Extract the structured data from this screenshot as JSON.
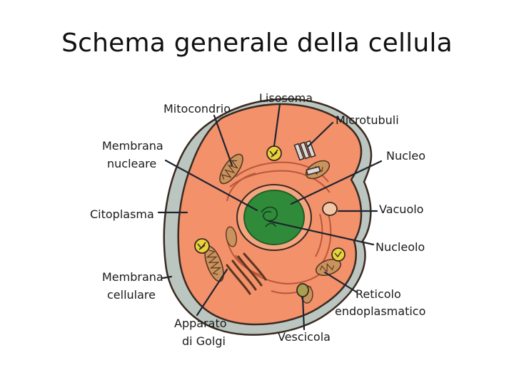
{
  "title": "Schema generale della cellula",
  "labels": {
    "mitocondrio": "Mitocondrio",
    "lisosoma": "Lisosoma",
    "microtubuli": "Microtubuli",
    "membrana_nucleare": [
      "Membrana",
      "nucleare"
    ],
    "nucleo": "Nucleo",
    "citoplasma": "Citoplasma",
    "vacuolo": "Vacuolo",
    "nucleolo": "Nucleolo",
    "membrana_cellulare": [
      "Membrana",
      "cellulare"
    ],
    "reticolo": [
      "Reticolo",
      "endoplasmatico"
    ],
    "apparato_golgi": [
      "Apparato",
      "di Golgi"
    ],
    "vescicola": "Vescicola"
  },
  "colors": {
    "cytoplasm": "#f3916b",
    "cell_outline": "#3a2a22",
    "outer_shadow": "#b9c3bd",
    "nucleus": "#2f8b3a",
    "nucleus_rim": "#f6a47f",
    "organelle_yellow": "#e8d33a",
    "mitochondria": "#c9935e"
  }
}
